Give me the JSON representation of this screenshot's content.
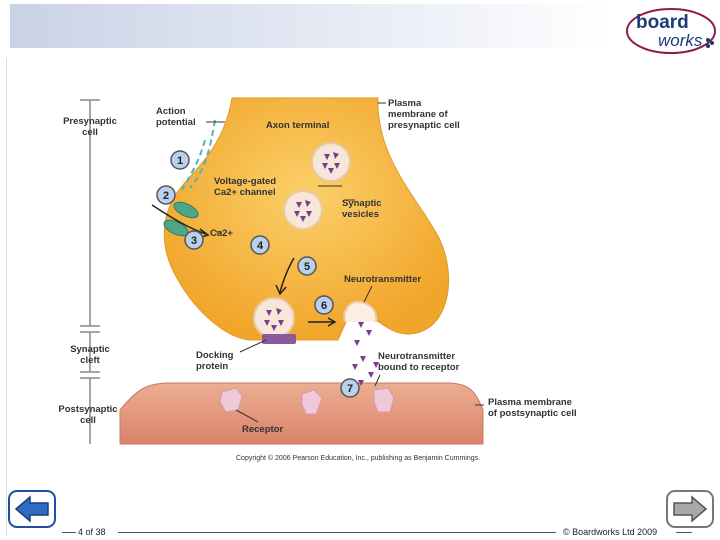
{
  "branding": {
    "logo_top": "board",
    "logo_bottom": "works",
    "colors": {
      "logo_text": "#1d3b7a",
      "logo_ring": "#8f1d49"
    }
  },
  "diagram": {
    "labels": {
      "presynaptic_cell": [
        "Presynaptic",
        "cell"
      ],
      "synaptic_cleft": [
        "Synaptic",
        "cleft"
      ],
      "postsynaptic_cell": [
        "Postsynaptic",
        "cell"
      ],
      "action_potential": [
        "Action",
        "potential"
      ],
      "axon_terminal": "Axon terminal",
      "plasma_membrane_pre": [
        "Plasma",
        "membrane of",
        "presynaptic cell"
      ],
      "voltage_gated": [
        "Voltage-gated",
        "Ca2+ channel"
      ],
      "synaptic_vesicles": [
        "Synaptic",
        "vesicles"
      ],
      "ca_ion": "Ca2+",
      "neurotransmitter": "Neurotransmitter",
      "docking_protein": [
        "Docking",
        "protein"
      ],
      "nt_bound": [
        "Neurotransmitter",
        "bound to receptor"
      ],
      "plasma_membrane_post": [
        "Plasma membrane",
        "of postsynaptic cell"
      ],
      "receptor": "Receptor"
    },
    "steps": [
      "1",
      "2",
      "3",
      "4",
      "5",
      "6",
      "7"
    ],
    "colors": {
      "presynaptic": "#f6b636",
      "postsynaptic": "#e69b7e",
      "vesicle": "#f7e7d8",
      "neurotransmitter": "#7a3e8e",
      "channel": "#4fa58a",
      "receptor": "#f0c9d8",
      "docking": "#8b5a9a",
      "step_circle": "#b9d1ec"
    },
    "copyright": "Copyright © 2006 Pearson Education, Inc., publishing as Benjamin Cummings."
  },
  "footer": {
    "page": "4 of 38",
    "copyright": "© Boardworks Ltd 2009"
  },
  "nav": {
    "prev_icon": "arrow-left-icon",
    "next_icon": "arrow-right-icon"
  }
}
